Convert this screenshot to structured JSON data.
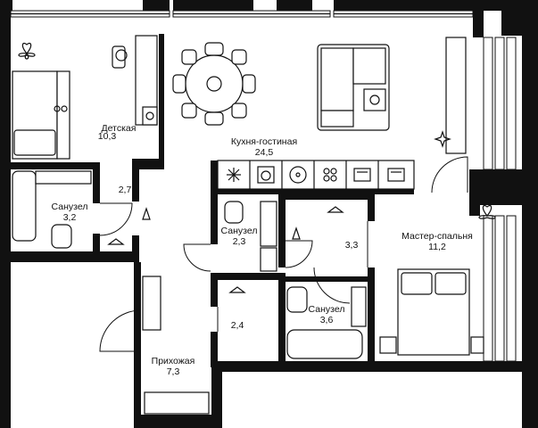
{
  "rooms": [
    {
      "id": "kids",
      "name": "Детская",
      "area": "10,3"
    },
    {
      "id": "living",
      "name": "Кухня-гостиная",
      "area": "24,5"
    },
    {
      "id": "bath1",
      "name": "Санузел",
      "area": "3,2"
    },
    {
      "id": "closet1",
      "name": "",
      "area": "2,7"
    },
    {
      "id": "bath2",
      "name": "Санузел",
      "area": "2,3"
    },
    {
      "id": "closet2",
      "name": "",
      "area": "3,3"
    },
    {
      "id": "master",
      "name": "Мастер-спальня",
      "area": "11,2"
    },
    {
      "id": "bath3",
      "name": "Санузел",
      "area": "3,6"
    },
    {
      "id": "closet3",
      "name": "",
      "area": "2,4"
    },
    {
      "id": "hall",
      "name": "Прихожая",
      "area": "7,3"
    }
  ],
  "icons": [
    "snowflake-icon",
    "washer-icon",
    "sink-icon",
    "cooktop-icon",
    "oven-icon",
    "dishwasher-icon",
    "hanger-icon",
    "plant-icon",
    "compass-star-icon"
  ],
  "colors": {
    "ink": "#111111",
    "paper": "#ffffff"
  }
}
